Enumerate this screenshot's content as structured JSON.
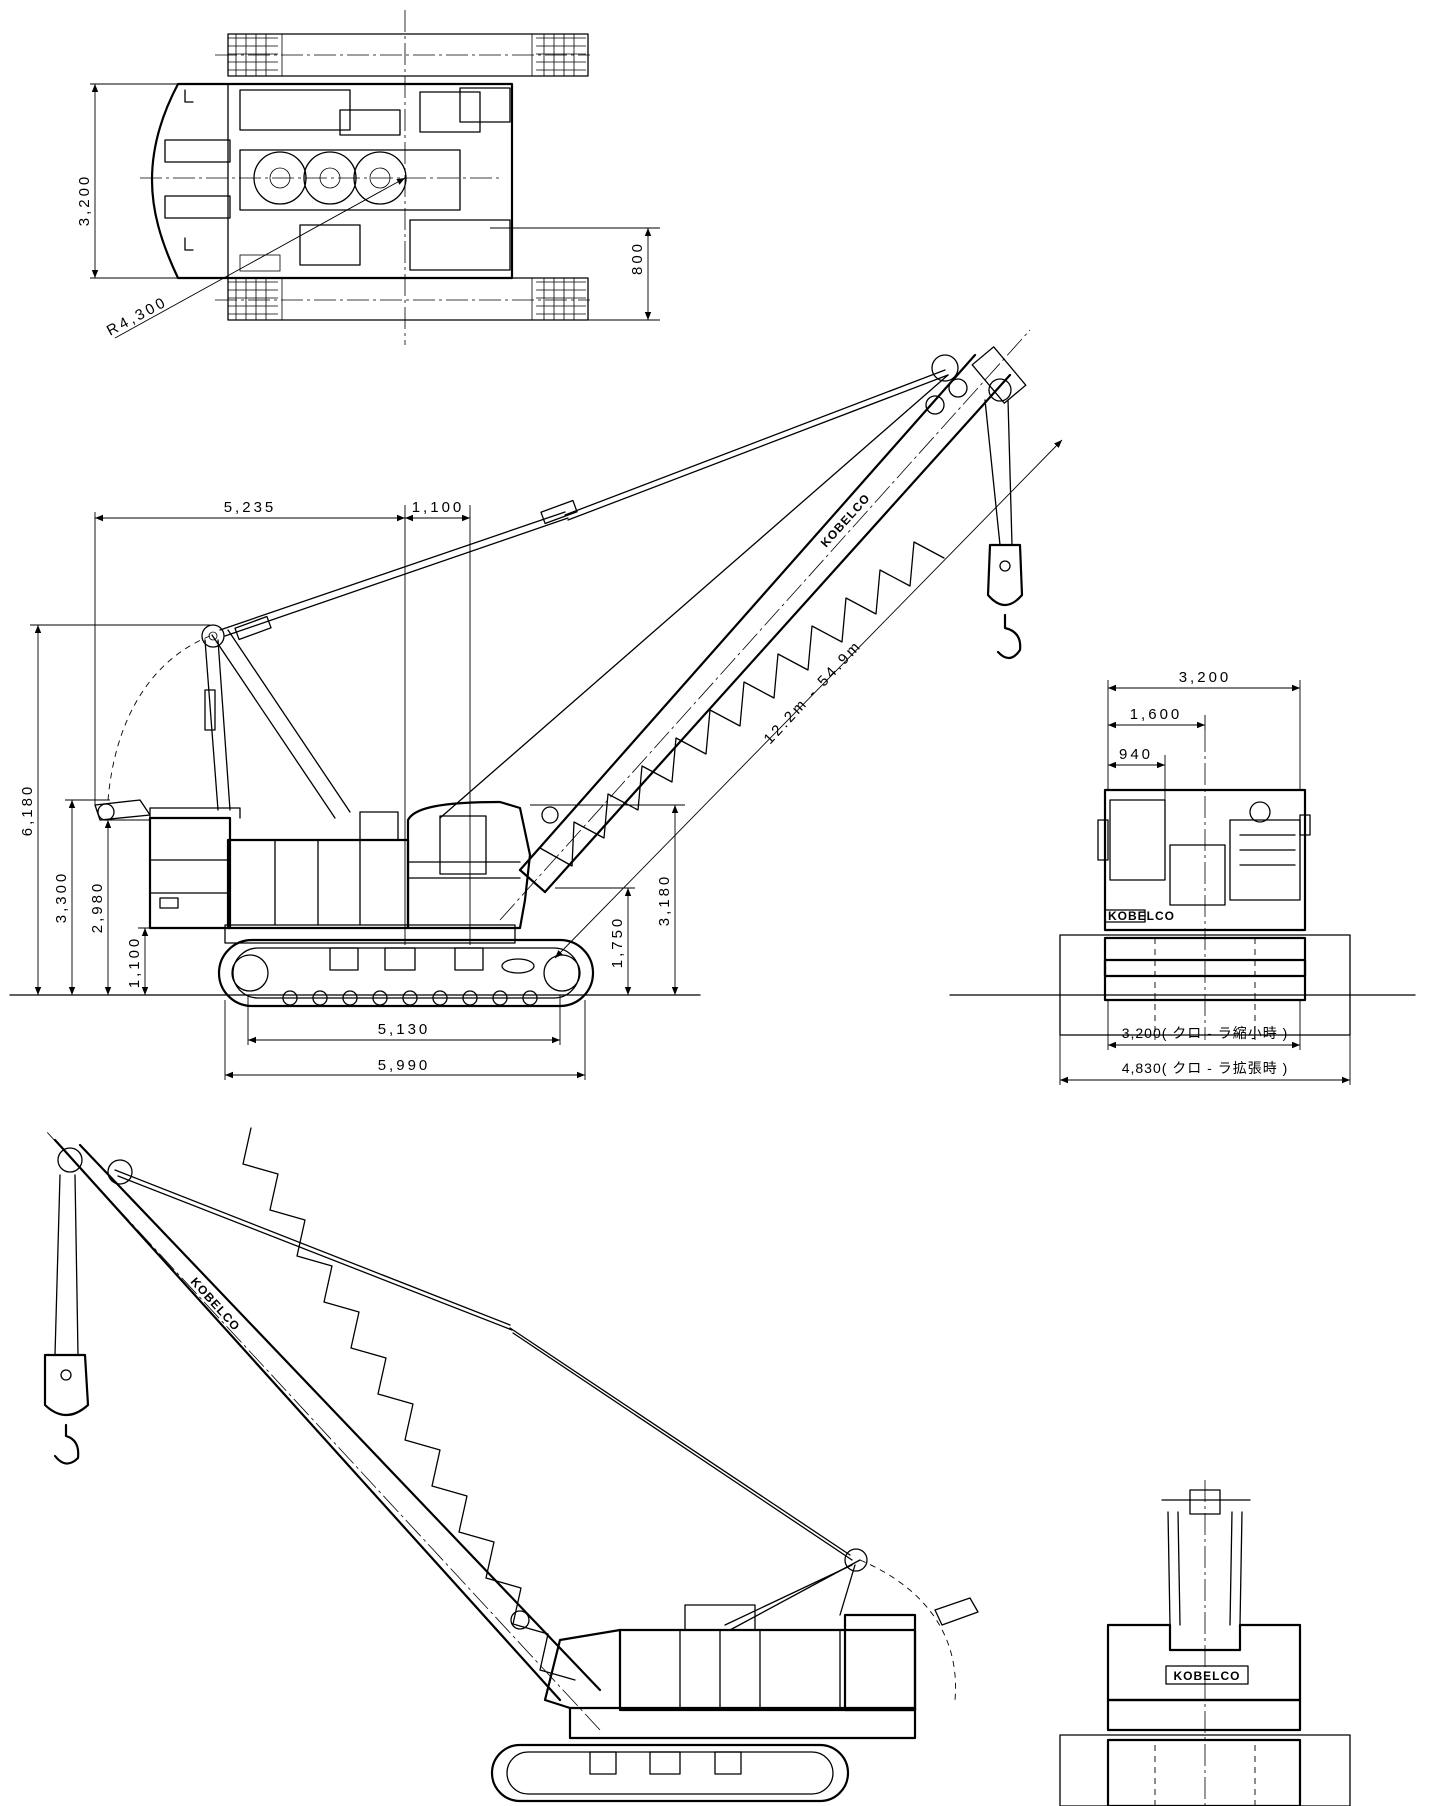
{
  "dimensions": {
    "plan_width": "3,200",
    "plan_radius": "R4,300",
    "plan_crawler_width": "800",
    "side_boom_foot": "5,235",
    "side_pivot": "1,100",
    "side_boom_length": "12.2m - 54.9m",
    "side_height_total": "6,180",
    "side_height_3300": "3,300",
    "side_height_2980": "2,980",
    "side_height_1100": "1,100",
    "side_height_1750": "1,750",
    "side_height_3180": "3,180",
    "side_track_length": "5,130",
    "side_overall_length": "5,990",
    "front_width_total": "3,200",
    "front_width_1600": "1,600",
    "front_width_940": "940",
    "front_crawler_retracted": "3,200( クロ - ラ縮小時 )",
    "front_crawler_extended": "4,830( クロ - ラ拡張時 )"
  },
  "branding": {
    "boom_logo": "KOBELCO",
    "counterweight_logo": "KOBELCO",
    "front_logo": "KOBELCO"
  }
}
